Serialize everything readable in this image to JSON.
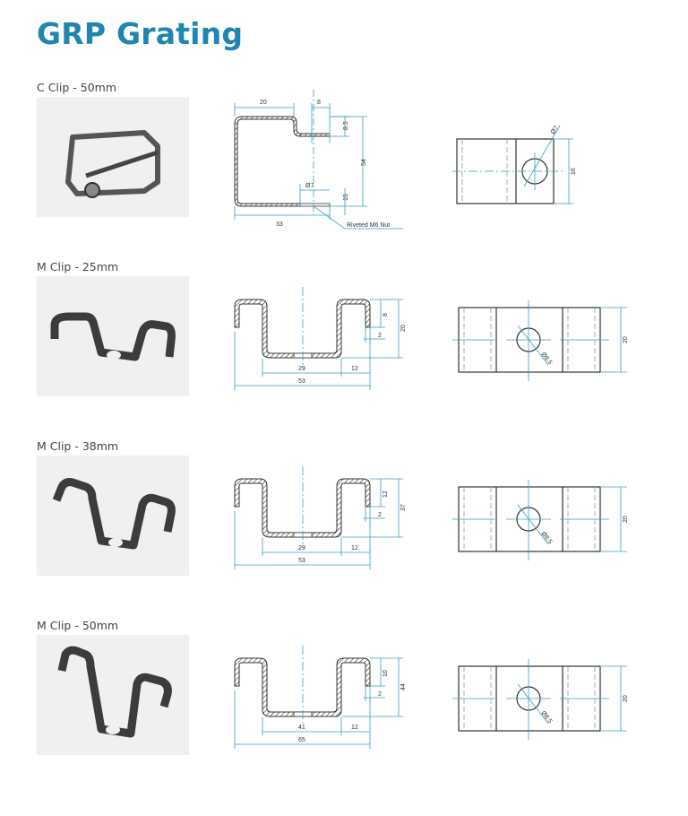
{
  "page": {
    "title": "GRP Grating"
  },
  "clips": [
    {
      "label": "C Clip - 50mm",
      "side_view": {
        "dims": {
          "top_width": "20",
          "slot": "8",
          "upper_lip": "8.5",
          "height": "54",
          "hole": "Ø7",
          "lower_gap": "15",
          "bottom_width": "33"
        },
        "note": "Riveted M6 Nut"
      },
      "front_view": {
        "hole": "Ø7",
        "height": "16"
      }
    },
    {
      "label": "M Clip - 25mm",
      "side_view": {
        "dims": {
          "lip": "8",
          "height": "20",
          "thickness": "2",
          "inner_width": "29",
          "flange": "12",
          "overall_width": "53"
        }
      },
      "front_view": {
        "hole": "Ø8.5",
        "height": "20"
      }
    },
    {
      "label": "M Clip - 38mm",
      "side_view": {
        "dims": {
          "lip": "12",
          "height": "37",
          "thickness": "2",
          "inner_width": "29",
          "flange": "12",
          "overall_width": "53"
        }
      },
      "front_view": {
        "hole": "Ø8.5",
        "height": "20"
      }
    },
    {
      "label": "M Clip - 50mm",
      "side_view": {
        "dims": {
          "lip": "10",
          "height": "44",
          "thickness": "2",
          "inner_width": "41",
          "flange": "12",
          "overall_width": "65"
        }
      },
      "front_view": {
        "hole": "Ø8.5",
        "height": "20"
      }
    }
  ],
  "colors": {
    "title": "#1f86b0",
    "dimension_line": "#3a9fc0",
    "outline": "#333333"
  }
}
